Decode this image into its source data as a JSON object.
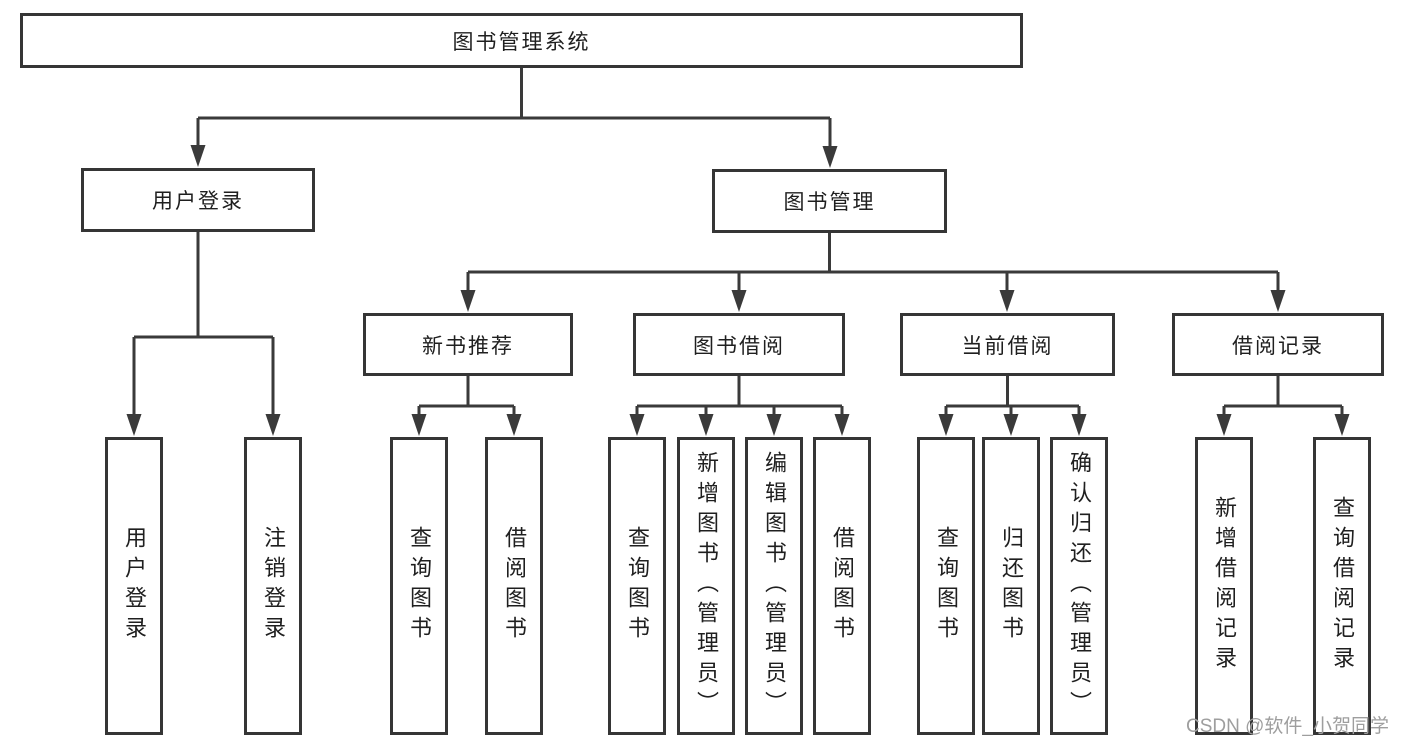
{
  "colors": {
    "line": "#3a3a3a",
    "border": "#353535",
    "text": "#1f1f1f",
    "watermark": "#9e9e9e",
    "bg": "#ffffff"
  },
  "tree": {
    "label": "图书管理系统",
    "children": [
      {
        "label": "用户登录",
        "children": [
          {
            "label": "用户登录"
          },
          {
            "label": "注销登录"
          }
        ]
      },
      {
        "label": "图书管理",
        "children": [
          {
            "label": "新书推荐",
            "children": [
              {
                "label": "查询图书"
              },
              {
                "label": "借阅图书"
              }
            ]
          },
          {
            "label": "图书借阅",
            "children": [
              {
                "label": "查询图书"
              },
              {
                "label": "新增图书（管理员）"
              },
              {
                "label": "编辑图书（管理员）"
              },
              {
                "label": "借阅图书"
              }
            ]
          },
          {
            "label": "当前借阅",
            "children": [
              {
                "label": "查询图书"
              },
              {
                "label": "归还图书"
              },
              {
                "label": "确认归还（管理员）"
              }
            ]
          },
          {
            "label": "借阅记录",
            "children": [
              {
                "label": "新增借阅记录"
              },
              {
                "label": "查询借阅记录"
              }
            ]
          }
        ]
      }
    ]
  },
  "watermark": {
    "text": "CSDN @软件_小贺同学"
  }
}
